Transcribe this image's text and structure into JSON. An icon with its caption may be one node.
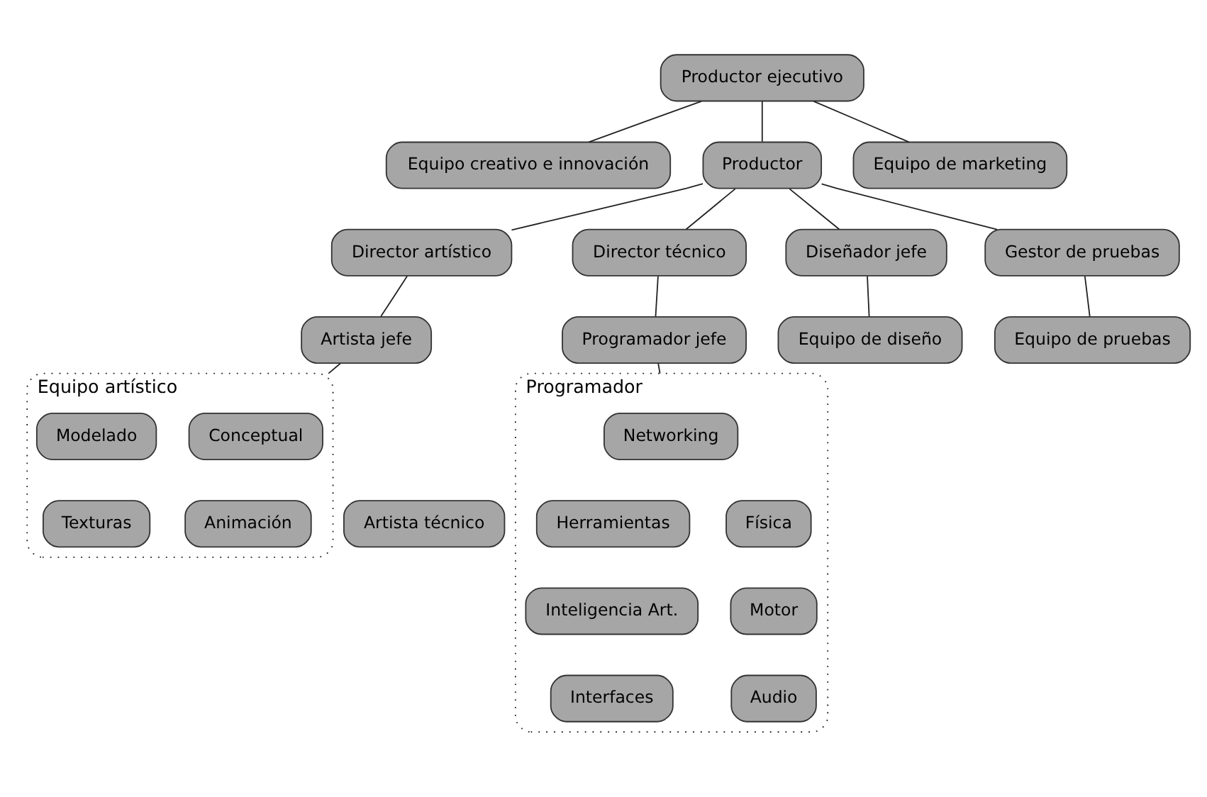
{
  "diagram": {
    "nodes": [
      {
        "text": [
          "Productor ejecutivo"
        ]
      },
      {
        "text": [
          "Equipo creativo e innovación"
        ]
      },
      {
        "text": [
          "Productor"
        ]
      },
      {
        "text": [
          "Equipo de marketing"
        ]
      },
      {
        "text": [
          "Director artístico"
        ]
      },
      {
        "text": [
          "Director técnico"
        ]
      },
      {
        "text": [
          "Diseñador jefe"
        ]
      },
      {
        "text": [
          "Gestor de pruebas"
        ]
      },
      {
        "text": [
          "Artista jefe"
        ]
      },
      {
        "text": [
          "Programador jefe"
        ]
      },
      {
        "text": [
          "Equipo de diseño"
        ]
      },
      {
        "text": [
          "Equipo de pruebas"
        ]
      },
      {
        "text": [
          "Equipo artístico"
        ]
      },
      {
        "text": [
          "Conceptual"
        ],
        "in": 12
      },
      {
        "text": [
          "Modelado"
        ],
        "in": 12
      },
      {
        "text": [
          "Animación"
        ],
        "in": 12
      },
      {
        "text": [
          "Texturas"
        ],
        "in": 12
      },
      {
        "text": [
          "Artista técnico"
        ]
      },
      {
        "text": [
          "Programador"
        ]
      },
      {
        "text": [
          "Networking"
        ],
        "in": 18
      },
      {
        "text": [
          "Herramientas"
        ],
        "in": 18
      },
      {
        "text": [
          "Física"
        ],
        "in": 18
      },
      {
        "text": [
          "Inteligencia Art."
        ],
        "in": 18
      },
      {
        "text": [
          "Motor"
        ],
        "in": 18
      },
      {
        "text": [
          "Interfaces"
        ],
        "in": 18
      },
      {
        "text": [
          "Audio"
        ],
        "in": 18
      }
    ],
    "edges": [
      {
        "from": 0,
        "to": 1,
        "arrow": "none"
      },
      {
        "from": 0,
        "to": 2,
        "arrow": "none"
      },
      {
        "from": 0,
        "to": 3,
        "arrow": "none"
      },
      {
        "from": 2,
        "to": 4,
        "arrow": "none"
      },
      {
        "from": 2,
        "to": 5,
        "arrow": "none"
      },
      {
        "from": 2,
        "to": 6,
        "arrow": "none"
      },
      {
        "from": 2,
        "to": 7,
        "arrow": "none"
      },
      {
        "from": 4,
        "to": 8,
        "arrow": "none"
      },
      {
        "from": 5,
        "to": 9,
        "arrow": "none"
      },
      {
        "from": 6,
        "to": 10,
        "arrow": "none"
      },
      {
        "from": 7,
        "to": 11,
        "arrow": "none"
      },
      {
        "from": 8,
        "to": 12,
        "arrow": "none"
      },
      {
        "from": 9,
        "to": 18,
        "arrow": "none"
      }
    ]
  }
}
